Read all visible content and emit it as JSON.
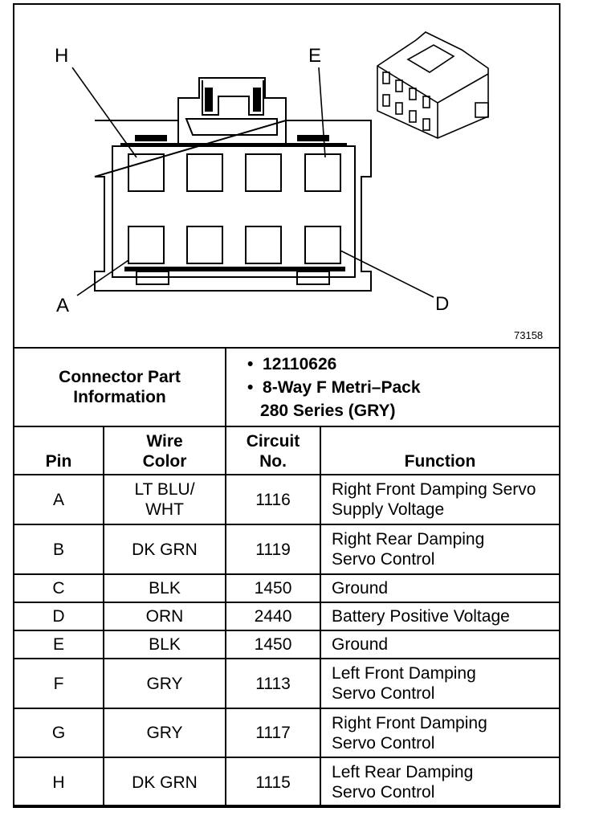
{
  "diagram": {
    "pin_labels": {
      "H": "H",
      "E": "E",
      "A": "A",
      "D": "D"
    },
    "figure_number": "73158"
  },
  "connector_info": {
    "label": "Connector Part Information",
    "items": [
      "12110626",
      "8-Way F Metri–Pack",
      "280 Series (GRY)"
    ]
  },
  "table": {
    "headers": {
      "pin": "Pin",
      "wire_color": "Wire Color",
      "circuit": "Circuit No.",
      "function": "Function"
    },
    "rows": [
      {
        "pin": "A",
        "wire": "LT BLU/ WHT",
        "circuit": "1116",
        "function": "Right Front Damping Servo Supply Voltage"
      },
      {
        "pin": "B",
        "wire": "DK GRN",
        "circuit": "1119",
        "function": "Right Rear Damping Servo Control"
      },
      {
        "pin": "C",
        "wire": "BLK",
        "circuit": "1450",
        "function": "Ground"
      },
      {
        "pin": "D",
        "wire": "ORN",
        "circuit": "2440",
        "function": "Battery Positive Voltage"
      },
      {
        "pin": "E",
        "wire": "BLK",
        "circuit": "1450",
        "function": "Ground"
      },
      {
        "pin": "F",
        "wire": "GRY",
        "circuit": "1113",
        "function": "Left Front Damping Servo Control"
      },
      {
        "pin": "G",
        "wire": "GRY",
        "circuit": "1117",
        "function": "Right Front Damping Servo Control"
      },
      {
        "pin": "H",
        "wire": "DK GRN",
        "circuit": "1115",
        "function": "Left Rear Damping Servo Control"
      }
    ]
  }
}
